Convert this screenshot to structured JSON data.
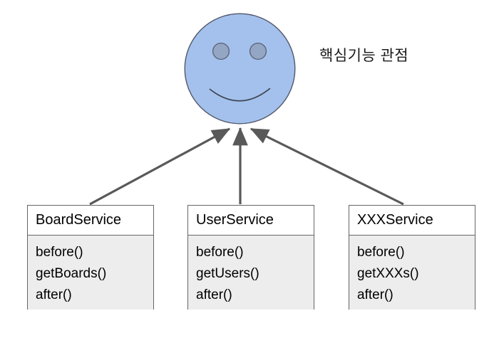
{
  "diagram": {
    "title_label": "핵심기능 관점",
    "central_node": {
      "name": "smiley-face",
      "fill": "#a3c1ec",
      "stroke": "#53576b",
      "eye_fill": "#93a6c4",
      "eye_stroke": "#5a5f72"
    },
    "edge_color": "#595959",
    "services": [
      {
        "name": "BoardService",
        "methods": [
          "before()",
          "getBoards()",
          "after()"
        ]
      },
      {
        "name": "UserService",
        "methods": [
          "before()",
          "getUsers()",
          "after()"
        ]
      },
      {
        "name": "XXXService",
        "methods": [
          "before()",
          "getXXXs()",
          "after()"
        ]
      }
    ],
    "colors": {
      "box_border": "#666666",
      "box_header_bg": "#ffffff",
      "box_body_bg": "#ededed",
      "text": "#000000",
      "background": "#ffffff"
    }
  }
}
